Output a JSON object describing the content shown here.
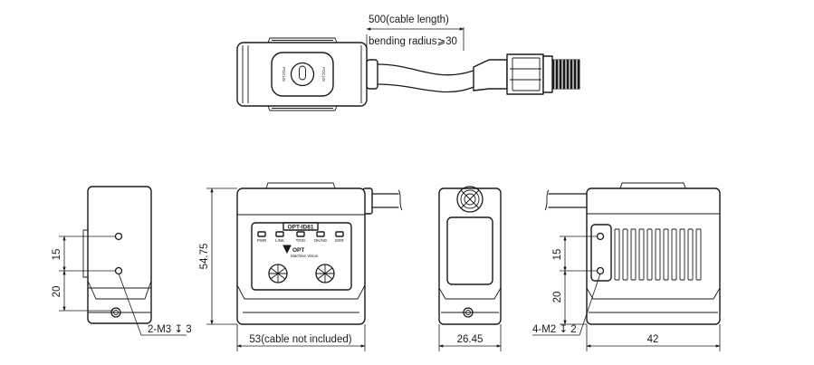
{
  "top_view": {
    "cable_length_label": "500(cable length)",
    "bend_radius_label": "bending radius⩾30",
    "focus_label_left": "FOCUS",
    "focus_label_right": "FOCUS"
  },
  "side_view_left": {
    "dim_15": "15",
    "dim_20": "20",
    "hole_label": "2-M3 ↧ 3"
  },
  "front_view": {
    "height_label": "54.75",
    "width_label": "53(cable not included)",
    "model_label": "OPT-ID81",
    "indicators": [
      "PWR",
      "LINK",
      "TRIG",
      "OK/NG",
      "ERR"
    ],
    "brand": "OPT",
    "brand_sub": "Machine Vision"
  },
  "back_view": {
    "width_label": "26.45"
  },
  "side_view_right": {
    "dim_15": "15",
    "dim_20": "20",
    "hole_label": "4-M2 ↧ 2",
    "width_label": "42"
  }
}
